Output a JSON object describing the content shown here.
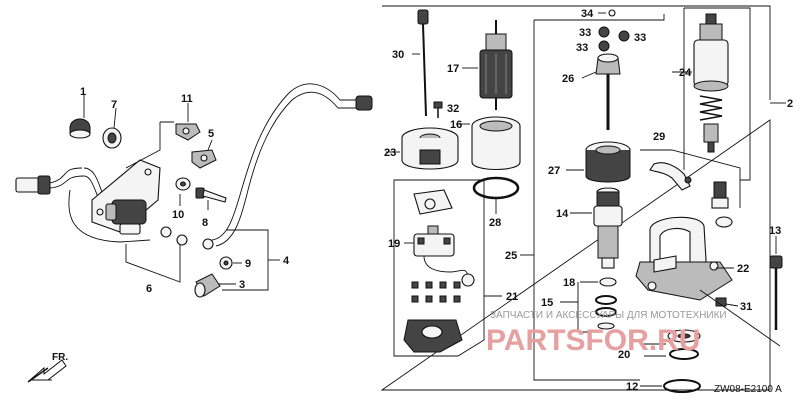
{
  "labels": {
    "p1": "1",
    "p2": "2",
    "p3": "3",
    "p4": "4",
    "p5": "5",
    "p6": "6",
    "p7": "7",
    "p8": "8",
    "p9": "9",
    "p10": "10",
    "p11": "11",
    "p12": "12",
    "p13": "13",
    "p14": "14",
    "p15": "15",
    "p16": "16",
    "p17": "17",
    "p18": "18",
    "p19": "19",
    "p20": "20",
    "p21": "21",
    "p22": "22",
    "p23": "23",
    "p24": "24",
    "p25": "25",
    "p26": "26",
    "p27": "27",
    "p28": "28",
    "p29": "29",
    "p30": "30",
    "p31": "31",
    "p32": "32",
    "p33a": "33",
    "p33b": "33",
    "p33c": "33",
    "p34": "34"
  },
  "diagram_code": "ZW08-E2100 A",
  "direction_label": "FR.",
  "watermark": {
    "tagline": "ЗАПЧАСТИ И АКСЕССУАРЫ ДЛЯ МОТОТЕХНИКИ",
    "brand": "PARTSFOR.RU"
  }
}
